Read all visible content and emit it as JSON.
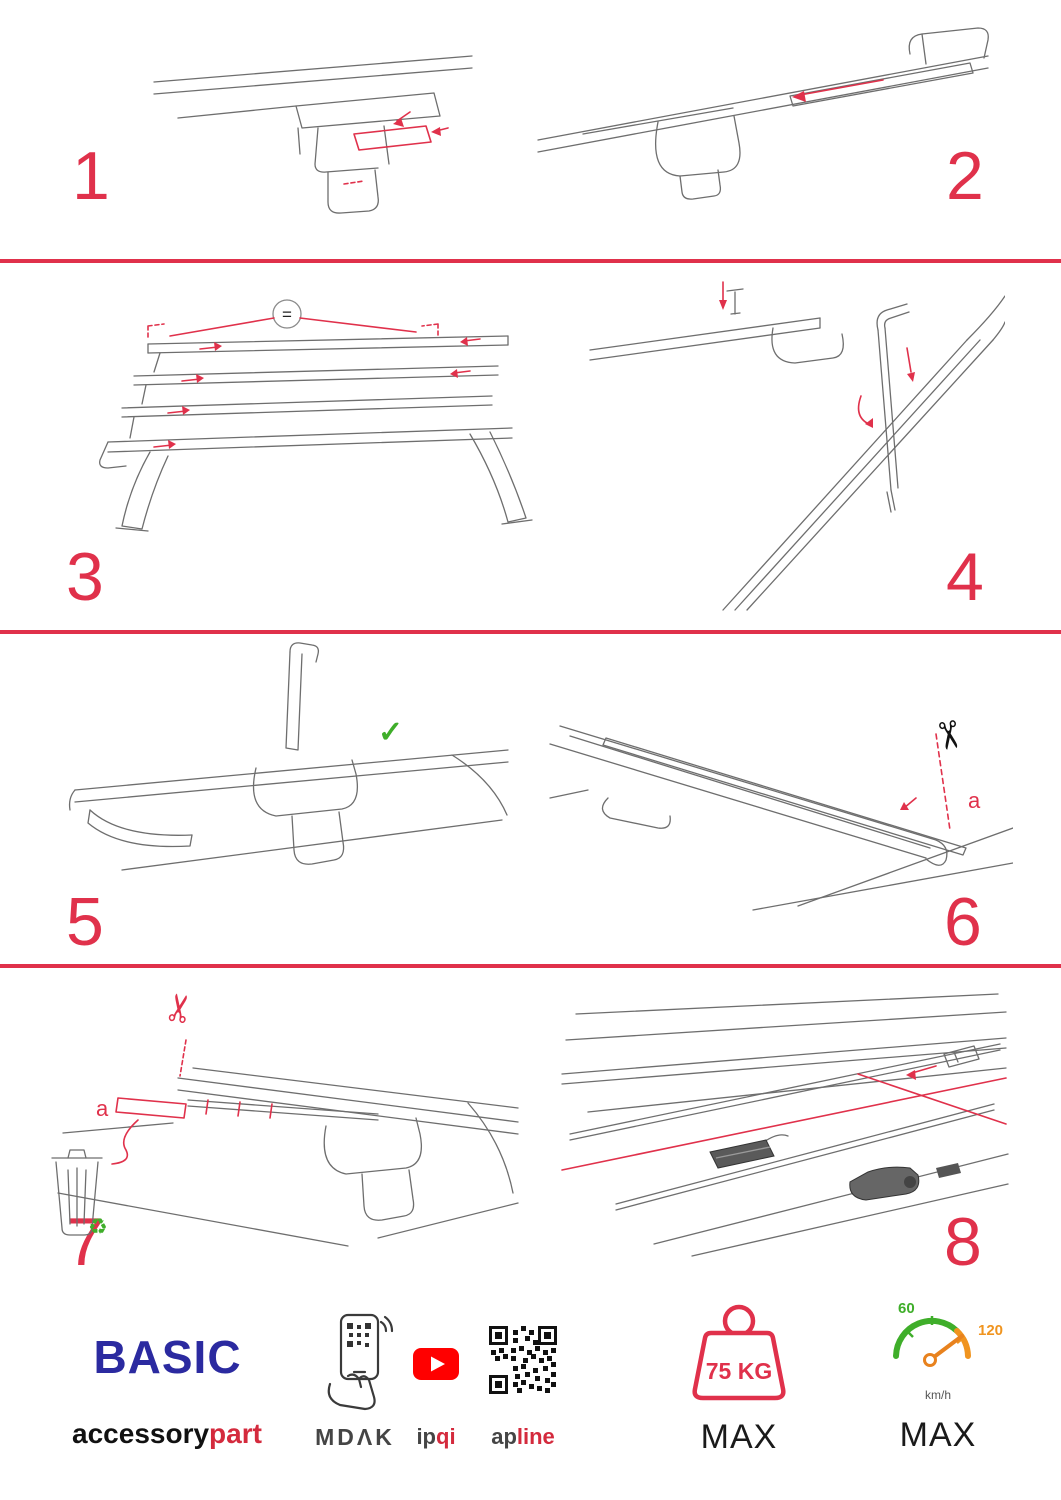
{
  "steps": [
    {
      "number": "1"
    },
    {
      "number": "2"
    },
    {
      "number": "3"
    },
    {
      "number": "4"
    },
    {
      "number": "5"
    },
    {
      "number": "6"
    },
    {
      "number": "7"
    },
    {
      "number": "8"
    }
  ],
  "annotations": {
    "equals": "=",
    "check": "✓",
    "scissors_cut": "✂",
    "scissors_remove": "✂",
    "label_a_step6": "a",
    "label_a_step7": "a",
    "recycle": "♻"
  },
  "footer": {
    "brand_title": "BASIC",
    "brand_sub_black": "accessory",
    "brand_sub_red": "part",
    "logo_mdak": "MDΛK",
    "logo_ipqi_dark": "ip",
    "logo_ipqi_red": "qi",
    "logo_apline_dark": "ap",
    "logo_apline_red": "line",
    "weight_value": "75 KG",
    "weight_max": "MAX",
    "speed_60": "60",
    "speed_120": "120",
    "speed_unit": "km/h",
    "speed_max": "MAX"
  },
  "colors": {
    "accent_red": "#e0314b",
    "brand_blue": "#2b2aa0",
    "youtube_red": "#ff0000",
    "green": "#3fae2a",
    "orange": "#f0941f"
  }
}
